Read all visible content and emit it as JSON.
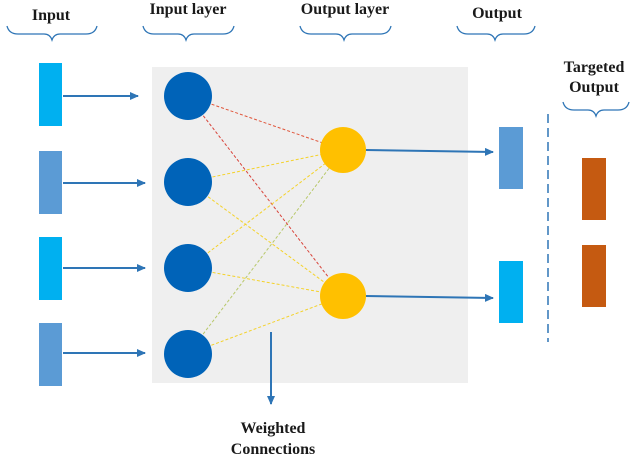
{
  "labels": {
    "input": "Input",
    "input_layer": "Input layer",
    "output_layer": "Output layer",
    "output": "Output",
    "targeted_output_line1": "Targeted",
    "targeted_output_line2": "Output",
    "weighted_line1": "Weighted",
    "weighted_line2": "Connections"
  },
  "colors": {
    "input_bar_light": "#00b0f0",
    "input_bar_dark": "#5b9bd5",
    "input_node": "#0063b8",
    "output_node": "#ffc000",
    "output_bar_1": "#5b9bd5",
    "output_bar_2": "#00b0f0",
    "target_bar": "#c55a11",
    "arrow": "#2e75b6",
    "panel": "#efefef",
    "brace": "#2e75b6"
  },
  "network": {
    "input_count": 4,
    "output_count": 2,
    "connection_colors": [
      [
        "#e0553a",
        "#f4d22a"
      ],
      [
        "#f4d22a",
        "#f4d22a"
      ],
      [
        "#f4d22a",
        "#d8433a"
      ],
      [
        "#b8c86a",
        "#b8c86a"
      ]
    ]
  }
}
